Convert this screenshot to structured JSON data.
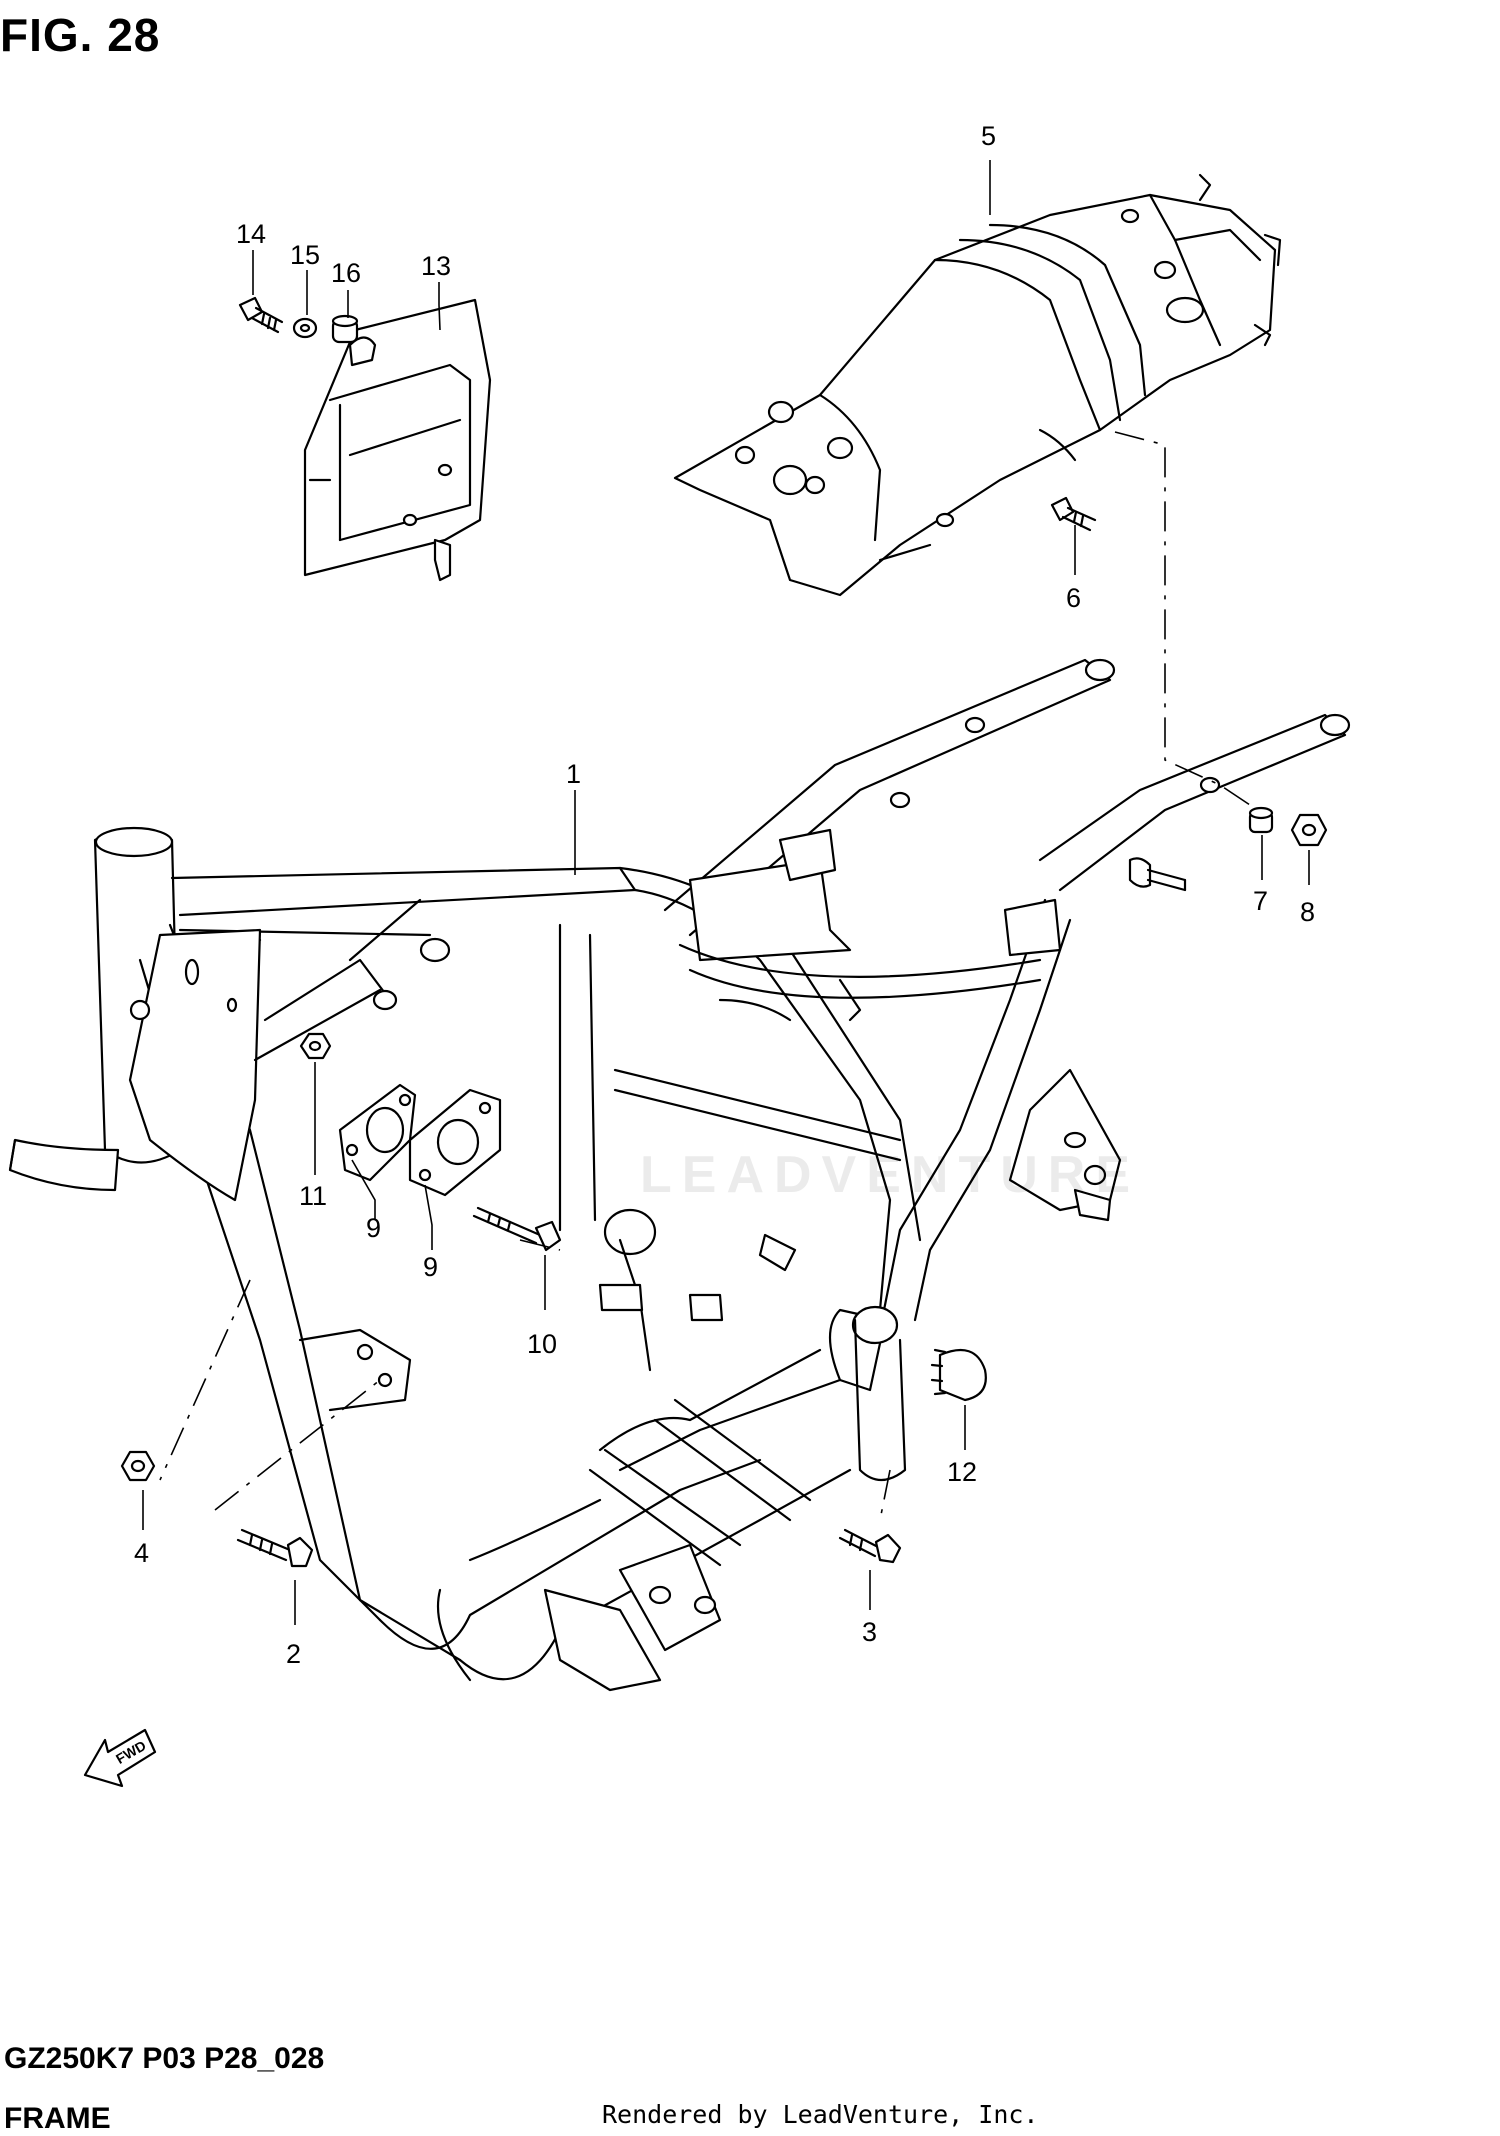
{
  "figure": {
    "title": "FIG. 28",
    "watermark": "LEADVENTURE",
    "forward_label": "FWD"
  },
  "callouts": [
    "1",
    "2",
    "3",
    "4",
    "5",
    "6",
    "7",
    "8",
    "9",
    "9",
    "10",
    "11",
    "12",
    "13",
    "14",
    "15",
    "16"
  ],
  "footer": {
    "model_code": "GZ250K7 P03 P28_028",
    "section_name": "FRAME",
    "rendered_by": "Rendered by LeadVenture, Inc."
  }
}
